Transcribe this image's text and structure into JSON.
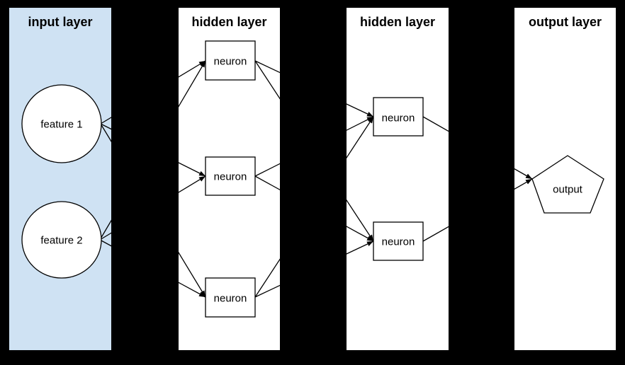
{
  "canvas": {
    "background_color": "#000000",
    "line_color": "#000000",
    "node_fill_color": "#ffffff"
  },
  "layers": [
    {
      "id": "input",
      "title": "input layer",
      "panel_fill": "#cfe2f3",
      "nodes": [
        {
          "id": "feature1",
          "label": "feature 1",
          "shape": "ellipse"
        },
        {
          "id": "feature2",
          "label": "feature 2",
          "shape": "ellipse"
        }
      ]
    },
    {
      "id": "hidden1",
      "title": "hidden layer",
      "panel_fill": "#ffffff",
      "nodes": [
        {
          "id": "h1n1",
          "label": "neuron",
          "shape": "rect"
        },
        {
          "id": "h1n2",
          "label": "neuron",
          "shape": "rect"
        },
        {
          "id": "h1n3",
          "label": "neuron",
          "shape": "rect"
        }
      ]
    },
    {
      "id": "hidden2",
      "title": "hidden layer",
      "panel_fill": "#ffffff",
      "nodes": [
        {
          "id": "h2n1",
          "label": "neuron",
          "shape": "rect"
        },
        {
          "id": "h2n2",
          "label": "neuron",
          "shape": "rect"
        }
      ]
    },
    {
      "id": "output",
      "title": "output layer",
      "panel_fill": "#ffffff",
      "nodes": [
        {
          "id": "out1",
          "label": "output",
          "shape": "pentagon"
        }
      ]
    }
  ],
  "edges": [
    {
      "from": "feature1",
      "to": "h1n1"
    },
    {
      "from": "feature1",
      "to": "h1n2"
    },
    {
      "from": "feature1",
      "to": "h1n3"
    },
    {
      "from": "feature2",
      "to": "h1n1"
    },
    {
      "from": "feature2",
      "to": "h1n2"
    },
    {
      "from": "feature2",
      "to": "h1n3"
    },
    {
      "from": "h1n1",
      "to": "h2n1"
    },
    {
      "from": "h1n1",
      "to": "h2n2"
    },
    {
      "from": "h1n2",
      "to": "h2n1"
    },
    {
      "from": "h1n2",
      "to": "h2n2"
    },
    {
      "from": "h1n3",
      "to": "h2n1"
    },
    {
      "from": "h1n3",
      "to": "h2n2"
    },
    {
      "from": "h2n1",
      "to": "out1"
    },
    {
      "from": "h2n2",
      "to": "out1"
    }
  ]
}
